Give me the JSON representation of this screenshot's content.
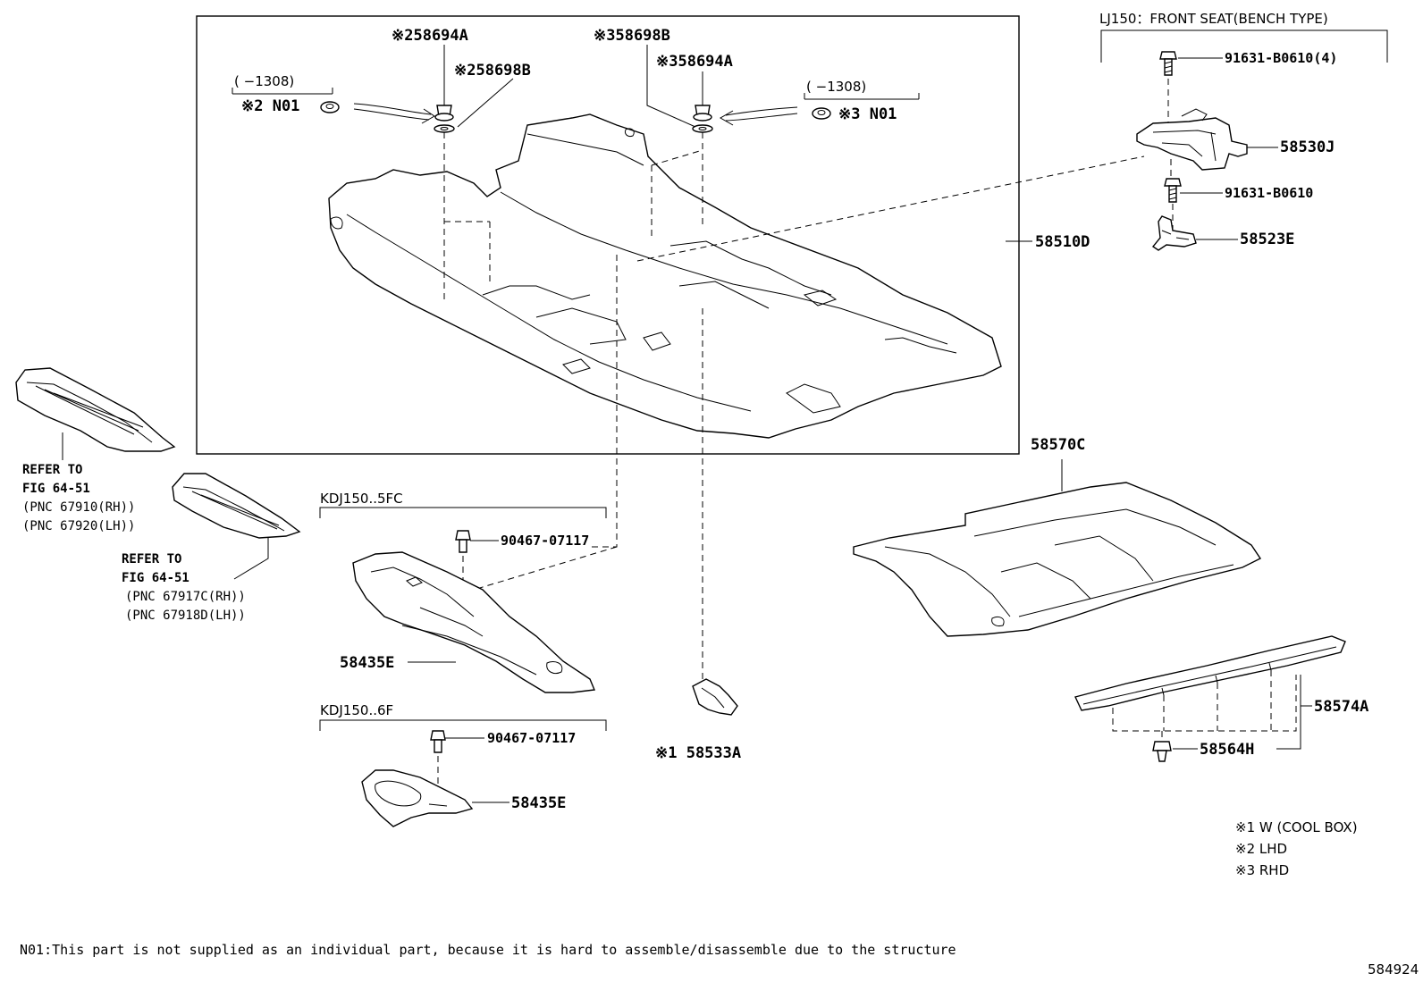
{
  "labels": {
    "p58694A_lhd": "※258694A",
    "p58698B_lhd": "※258698B",
    "p58698B_rhd": "※358698B",
    "p58694A_rhd": "※358694A",
    "range_left": "(   −1308)",
    "range_right": "(   −1308)",
    "n01_lhd": "※2 N01",
    "n01_rhd": "※3 N01",
    "p58510D": "58510D",
    "lj150_header": "LJ150：FRONT SEAT(BENCH TYPE)",
    "p91631_4": "91631-B0610(4)",
    "p58530J": "58530J",
    "p91631": "91631-B0610",
    "p58523E": "58523E",
    "refer1_line1": "REFER TO",
    "refer1_line2": "FIG 64-51",
    "refer1_pnc1": "(PNC 67910(RH))",
    "refer1_pnc2": "(PNC 67920(LH))",
    "refer2_line1": "REFER TO",
    "refer2_line2": "FIG 64-51",
    "refer2_pnc1": "(PNC 67917C(RH))",
    "refer2_pnc2": "(PNC 67918D(LH))",
    "kdj_5fc": "KDJ150..5FC",
    "p90467_a": "90467-07117",
    "p58435E_a": "58435E",
    "kdj_6f": "KDJ150..6F",
    "p90467_b": "90467-07117",
    "p58435E_b": "58435E",
    "p58533A": "※1 58533A",
    "p58570C": "58570C",
    "p58574A": "58574A",
    "p58564H": "58564H"
  },
  "legend": [
    "※1 W (COOL BOX)",
    "※2 LHD",
    "※3 RHD"
  ],
  "footnote": "N01:This part is not supplied as an individual part,  because it is hard to assemble/disassemble due to the structure",
  "figure_id": "584924"
}
